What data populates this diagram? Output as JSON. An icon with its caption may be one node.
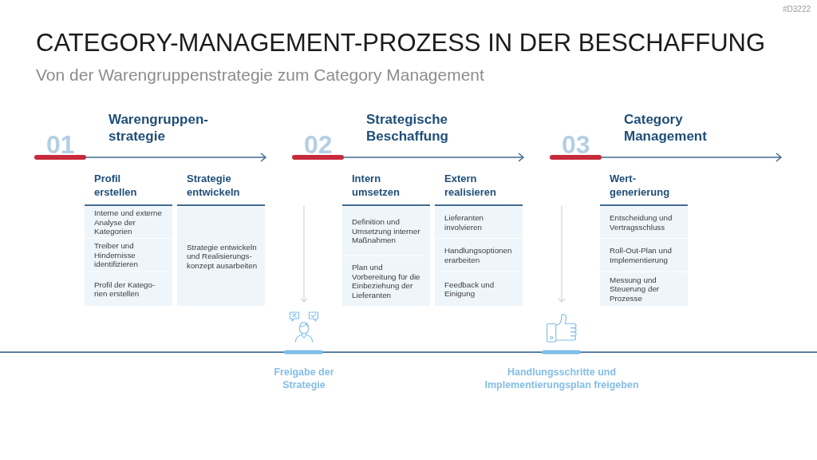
{
  "diagram": {
    "title": "CATEGORY-MANAGEMENT-PROZESS IN DER BESCHAFFUNG",
    "nodes": [
      {
        "text": [
          "Profil erstellen"
        ]
      },
      {
        "text": [
          "Interne und externe Analyse der Kategorien"
        ],
        "in": 0
      },
      {
        "text": [
          "Treiber und Hindernisse identifizieren"
        ],
        "in": 0
      },
      {
        "text": [
          "Profil der Katego-rien erstellen"
        ],
        "in": 0
      },
      {
        "text": [
          "Strategie entwickeln"
        ]
      },
      {
        "text": [
          "Strategie entwickeln und Realisierungs-konzept ausarbeiten"
        ],
        "in": 4
      },
      {
        "text": [
          "Intern umsetzen"
        ]
      },
      {
        "text": [
          "Definition und Umsetzung interner Maßnahmen"
        ],
        "in": 6
      },
      {
        "text": [
          "Plan und Vorbereitung für die Einbeziehung der Lieferanten"
        ],
        "in": 6
      },
      {
        "text": [
          "Extern realisieren"
        ]
      },
      {
        "text": [
          "Lieferanten involvieren"
        ],
        "in": 9
      },
      {
        "text": [
          "Handlungsoptionen erarbeiten"
        ],
        "in": 9
      },
      {
        "text": [
          "Feedback und Einigung"
        ],
        "in": 9
      },
      {
        "text": [
          "Wert-generierung"
        ]
      },
      {
        "text": [
          "Entscheidung und Vertragsschluss"
        ],
        "in": 13
      },
      {
        "text": [
          "Roll-Out-Plan und Implementierung"
        ],
        "in": 13
      },
      {
        "text": [
          "Messung und Steuerung der Prozesse"
        ],
        "in": 13
      }
    ],
    "labels": [
      "#D3222",
      "Von der Warengruppenstrategie zum Category Management",
      "Warengruppen-strategie",
      "01",
      "Strategische Beschaffung",
      "02",
      "Category Management",
      "03",
      "Freigabe der Strategie",
      "Handlungsschritte und Implementierungsplan freigeben"
    ]
  }
}
